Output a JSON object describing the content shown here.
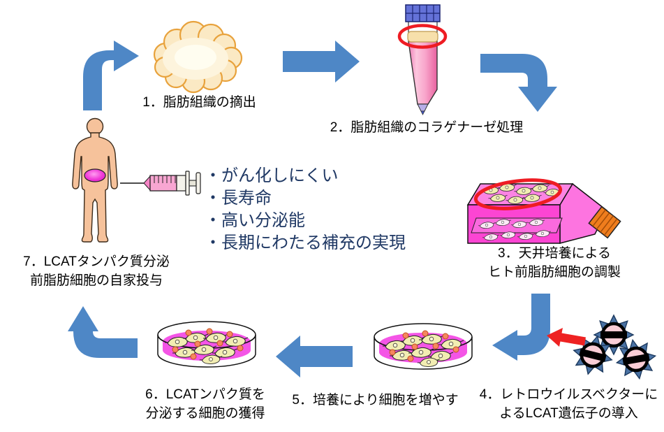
{
  "steps": [
    {
      "label": "1．脂肪組織の摘出"
    },
    {
      "label": "2．脂肪組織のコラゲナーゼ処理"
    },
    {
      "label": "3．天井培養による",
      "label2": "ヒト前脂肪細胞の調製"
    },
    {
      "label": "4．レトロウイルスベクターに",
      "label2": "よるLCAT遺伝子の導入"
    },
    {
      "label": "5．培養により細胞を増やす"
    },
    {
      "label": "6．LCATンパク質を",
      "label2": "分泌する細胞の獲得"
    },
    {
      "label": "7．LCATタンパク質分泌",
      "label2": "前脂肪細胞の自家投与"
    }
  ],
  "benefits": [
    "・がん化しにくい",
    "・長寿命",
    "・高い分泌能",
    "・長期にわたる補充の実現"
  ],
  "colors": {
    "arrow_blue": "#4e87c6",
    "highlight_red": "#ee1c23",
    "benefit_navy": "#1f3864",
    "flask_pink": "#fc45d3",
    "medium_magenta": "#f455e6",
    "cloud_cream": "#fbe9c4",
    "skin_tone": "#f6c29b",
    "virus_blue": "#4a72a4",
    "cap_orange": "#ef7d1d",
    "tube_cap_blue": "#6472d8"
  }
}
